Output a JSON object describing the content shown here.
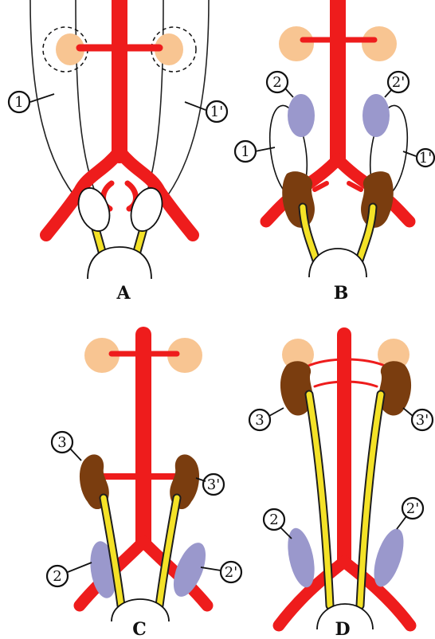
{
  "colors": {
    "artery": "#ee1c1c",
    "gonad": "#f8c592",
    "mesonephros": "#9a98cc",
    "metanephros": "#7a3d0f",
    "ureter": "#f4e227",
    "outline": "#111111",
    "background": "#ffffff"
  },
  "panels": {
    "A": {
      "letter": "A",
      "callouts": [
        "1",
        "1'"
      ]
    },
    "B": {
      "letter": "B",
      "callouts": [
        "2",
        "2'",
        "1",
        "1'"
      ]
    },
    "C": {
      "letter": "C",
      "callouts": [
        "3",
        "3'",
        "2",
        "2'"
      ]
    },
    "D": {
      "letter": "D",
      "callouts": [
        "3",
        "3'",
        "2",
        "2'"
      ]
    }
  }
}
